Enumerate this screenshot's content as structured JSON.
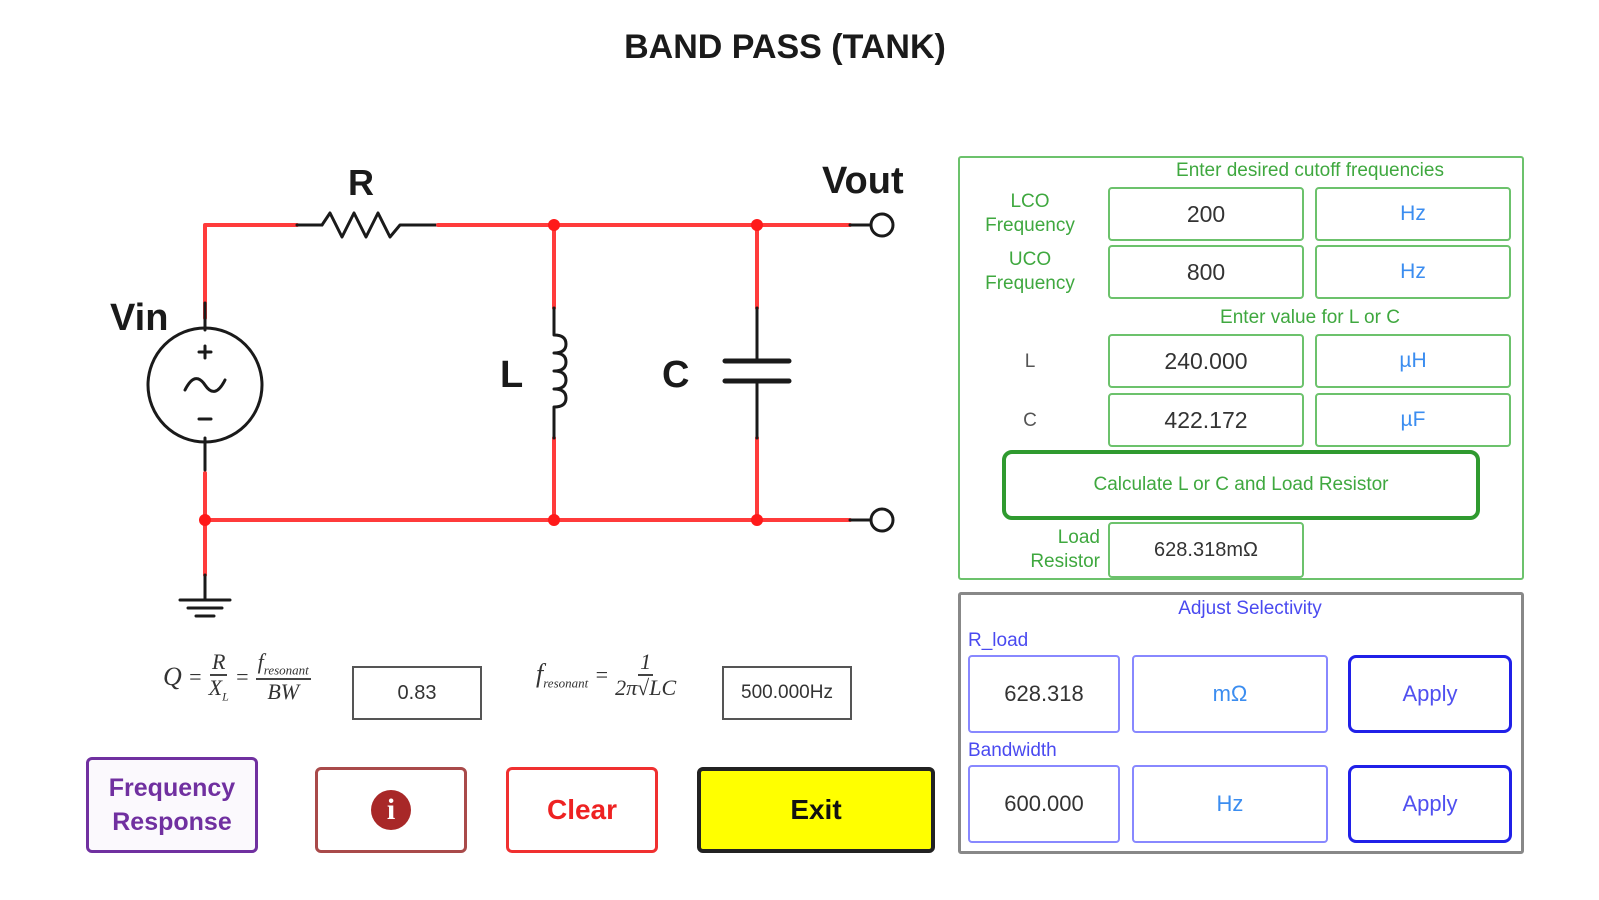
{
  "title": "BAND PASS (TANK)",
  "circuit": {
    "labels": {
      "resistor": "R",
      "inductor": "L",
      "capacitor": "C",
      "input": "Vin",
      "output": "Vout",
      "plus": "+",
      "minus": "−",
      "tilde": "~"
    },
    "wire_color": "#ff3b3b",
    "component_color": "#1a1a1a"
  },
  "formulas": {
    "q": {
      "lhs": "Q",
      "eq": "=",
      "r_num": "R",
      "r_den": "X",
      "r_den_sub": "L",
      "f_num": "f",
      "f_num_sub": "resonant",
      "f_den": "BW",
      "value": "0.83"
    },
    "f_resonant": {
      "lhs": "f",
      "lhs_sub": "resonant",
      "eq": "=",
      "num": "1",
      "den": "2π√LC",
      "value": "500.000Hz"
    }
  },
  "cutoff_panel": {
    "heading": "Enter desired cutoff frequencies",
    "lco": {
      "label_line1": "LCO",
      "label_line2": "Frequency",
      "value": "200",
      "unit": "Hz"
    },
    "uco": {
      "label_line1": "UCO",
      "label_line2": "Frequency",
      "value": "800",
      "unit": "Hz"
    },
    "lc_heading": "Enter value for L or C",
    "l": {
      "label": "L",
      "value": "240.000",
      "unit": "µH"
    },
    "c": {
      "label": "C",
      "value": "422.172",
      "unit": "µF"
    },
    "calculate_button": "Calculate L or C and Load Resistor",
    "load_resistor": {
      "label_line1": "Load",
      "label_line2": "Resistor",
      "value": "628.318mΩ"
    }
  },
  "selectivity_panel": {
    "heading": "Adjust Selectivity",
    "r_load": {
      "label": "R_load",
      "value": "628.318",
      "unit": "mΩ",
      "apply": "Apply"
    },
    "bandwidth": {
      "label": "Bandwidth",
      "value": "600.000",
      "unit": "Hz",
      "apply": "Apply"
    }
  },
  "buttons": {
    "frequency_response_line1": "Frequency",
    "frequency_response_line2": "Response",
    "info_glyph": "i",
    "clear": "Clear",
    "exit": "Exit"
  }
}
